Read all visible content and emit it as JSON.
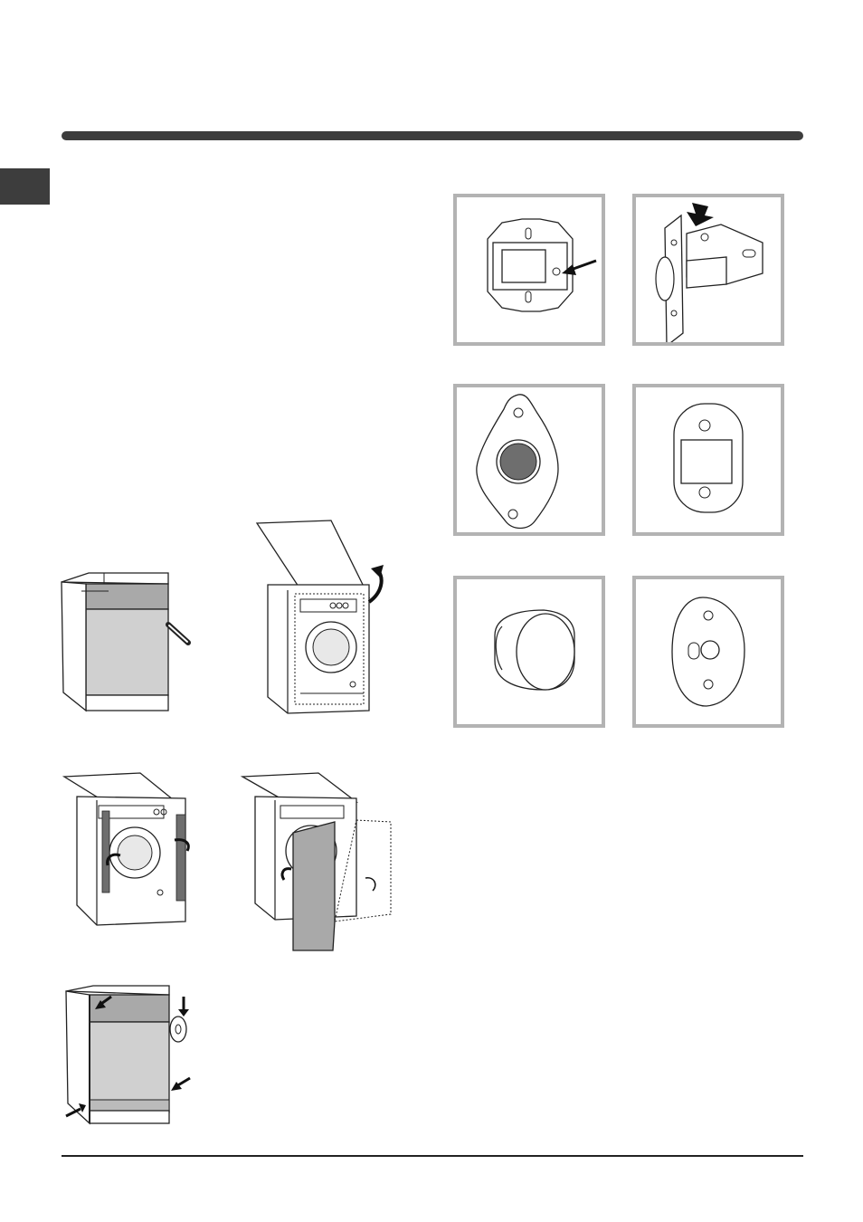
{
  "colors": {
    "accent": "#3d3d3d",
    "panel_border": "#b3b3b3",
    "fill_light": "#d0d0d0",
    "fill_mid": "#a9a9a9",
    "fill_dark": "#6e6e6e"
  },
  "figures": {
    "installation_steps": [
      "machine-packed",
      "machine-unwrap",
      "machine-side-release",
      "machine-door-panel",
      "machine-sealed"
    ],
    "parts": [
      "hinge-plate",
      "door-latch",
      "hinge-cover-plate",
      "latch-plate",
      "knob",
      "catch-plate"
    ]
  }
}
